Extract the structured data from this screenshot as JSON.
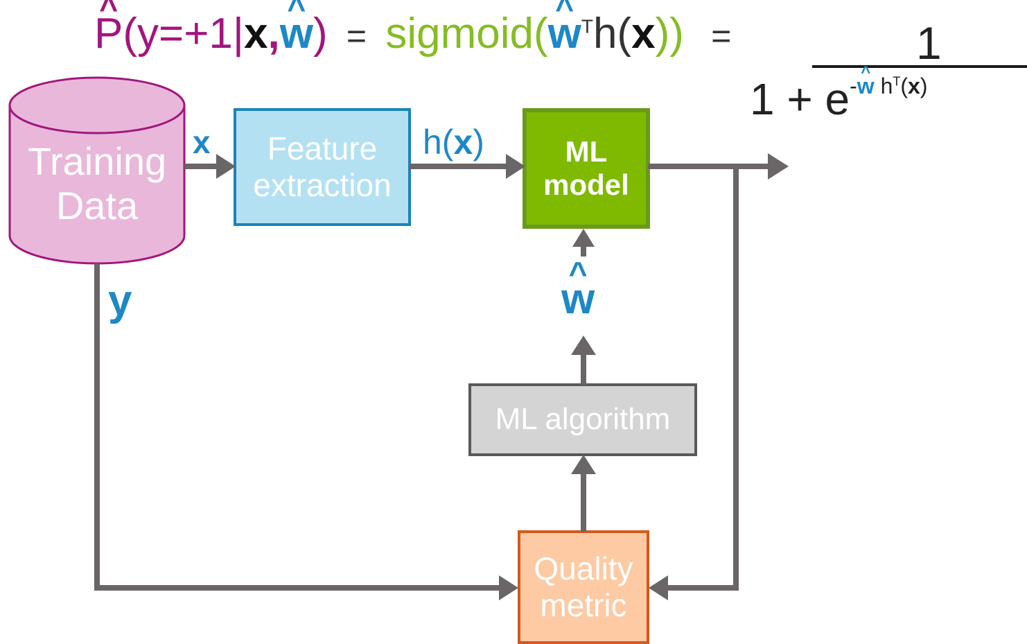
{
  "equation": {
    "lhs_prob": "P",
    "lhs_open": "(",
    "lhs_y": "y=+1",
    "lhs_bar": "|",
    "lhs_x": "x",
    "lhs_comma": ",",
    "lhs_w": "w",
    "lhs_close": ")",
    "eq1": "=",
    "sig_name": "sigmoid",
    "sig_open": "(",
    "sig_w": "w",
    "sig_T": "T",
    "sig_h": "h(",
    "sig_x": "x",
    "sig_close": "))",
    "eq2": "=",
    "numerator": "1",
    "denom_base": "1 + e",
    "denom_minus": "-",
    "denom_w": "w",
    "denom_h": "h",
    "denom_T": "T",
    "denom_paren_open": "(",
    "denom_x": "x",
    "denom_paren_close": ")"
  },
  "nodes": {
    "training_data": [
      "Training",
      "Data"
    ],
    "feature_extraction": [
      "Feature",
      "extraction"
    ],
    "ml_model": [
      "ML",
      "model"
    ],
    "ml_algorithm": "ML algorithm",
    "quality_metric": [
      "Quality",
      "metric"
    ]
  },
  "edge_labels": {
    "x": "x",
    "h_open": "h(",
    "h_x": "x",
    "h_close": ")",
    "y": "y",
    "w": "w"
  },
  "colors": {
    "magenta": "#a2157f",
    "green": "#86bc25",
    "blue": "#1e88c7",
    "arrow": "#6a6566",
    "db_fill": "#e9b7d9",
    "fe_fill": "#b3e1f2",
    "fe_border": "#1a84b8",
    "model_fill": "#7fba00",
    "model_border": "#6a9a1a",
    "algo_fill": "#d4d4d4",
    "algo_border": "#595959",
    "qm_fill": "#fdcaa3",
    "qm_border": "#d5581c"
  }
}
